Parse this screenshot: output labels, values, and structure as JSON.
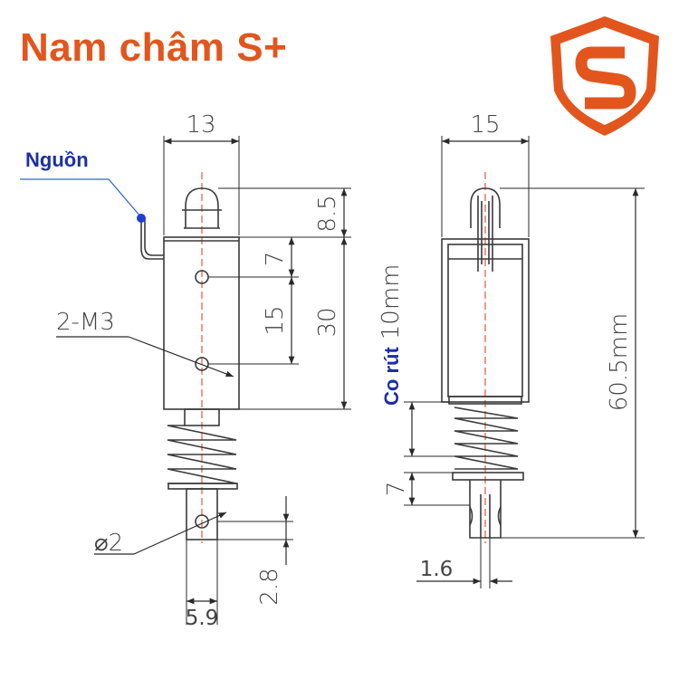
{
  "title": "Nam châm S+",
  "brand": {
    "logo_colors": [
      "#e2561d",
      "#f08a3c"
    ]
  },
  "labels": {
    "power": "Nguồn",
    "stroke": "Co rút 10mm",
    "stroke_prefix": "Co rút",
    "stroke_value": "10mm"
  },
  "dimensions": {
    "front_width": "13",
    "side_width": "15",
    "top_cap": "8.5",
    "hole_offset": "7",
    "hole_spacing": "15",
    "body_height": "30",
    "holes": "2-M3",
    "pin_hole": "⌀2",
    "pin_hole_offset": "2.8",
    "plunger_width": "5.9",
    "total_length": "60.5mm",
    "plunger_travel": "7",
    "plunger_slot": "1.6"
  },
  "colors": {
    "title": "#e2561d",
    "accent_blue": "#1c2fa6",
    "centerline": "#e03020"
  }
}
